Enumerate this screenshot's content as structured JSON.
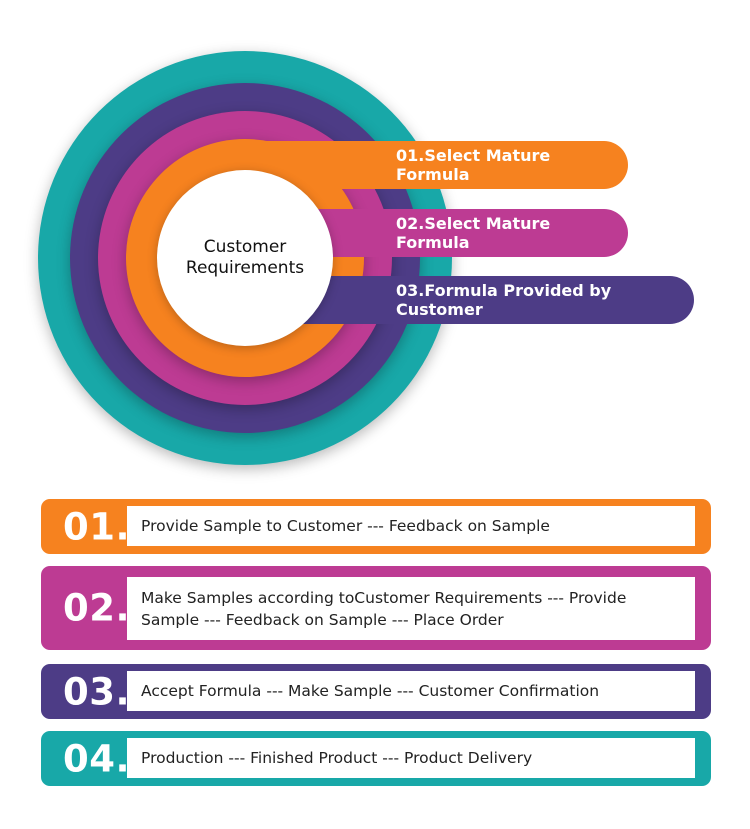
{
  "diagram": {
    "center_label": "Customer Requirements",
    "options": [
      {
        "label": "01.Select Mature Formula",
        "color": "#f6821f"
      },
      {
        "label": "02.Select Mature Formula",
        "color": "#bd3b93"
      },
      {
        "label": "03.Formula Provided by Customer",
        "color": "#4d3c86"
      }
    ],
    "ring_colors": [
      "#18a8a8",
      "#4d3c86",
      "#bd3b93",
      "#f6821f"
    ]
  },
  "steps": [
    {
      "number": "01.",
      "text": "Provide Sample to Customer  ---  Feedback on Sample",
      "color": "#f6821f"
    },
    {
      "number": "02.",
      "text": "Make Samples according toCustomer Requirements  ---  Provide Sample  ---  Feedback on Sample  ---  Place Order",
      "color": "#bd3b93"
    },
    {
      "number": "03.",
      "text": "Accept Formula  ---  Make Sample  ---  Customer Confirmation",
      "color": "#4d3c86"
    },
    {
      "number": "04.",
      "text": "Production  ---  Finished Product  ---  Product Delivery",
      "color": "#18a8a8"
    }
  ]
}
